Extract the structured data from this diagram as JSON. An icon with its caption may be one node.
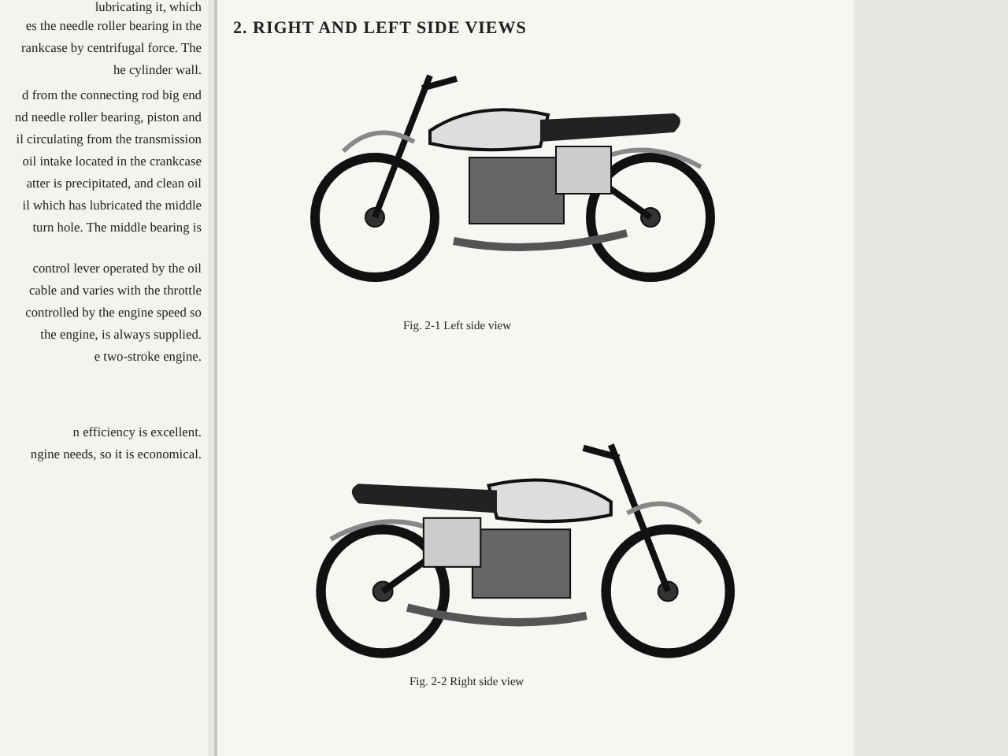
{
  "diagram": {
    "title": "2.  RIGHT AND LEFT SIDE VIEWS",
    "nodes": [
      {
        "text": [],
        "shape": "picture",
        "beside": [
          "Fig. 2-1  Left side view"
        ]
      },
      {
        "text": [],
        "shape": "picture",
        "beside": [
          "Fig. 2-2  Right side view"
        ]
      }
    ],
    "labels": [
      "lubricating it, which",
      "es the needle roller bearing in the",
      "rankcase by centrifugal force. The",
      "he cylinder wall.",
      "d from the connecting rod big end",
      "nd needle roller bearing, piston and",
      "il circulating from the transmission",
      "oil intake located in the crankcase",
      "atter is precipitated, and clean oil",
      "il which has lubricated the middle",
      "turn hole.  The middle bearing is",
      "control lever operated by the oil",
      "cable and varies with the throttle",
      "controlled by the engine speed so",
      "the engine, is always supplied.",
      "e two-stroke engine.",
      "n efficiency is excellent.",
      "ngine needs, so it is economical."
    ]
  }
}
